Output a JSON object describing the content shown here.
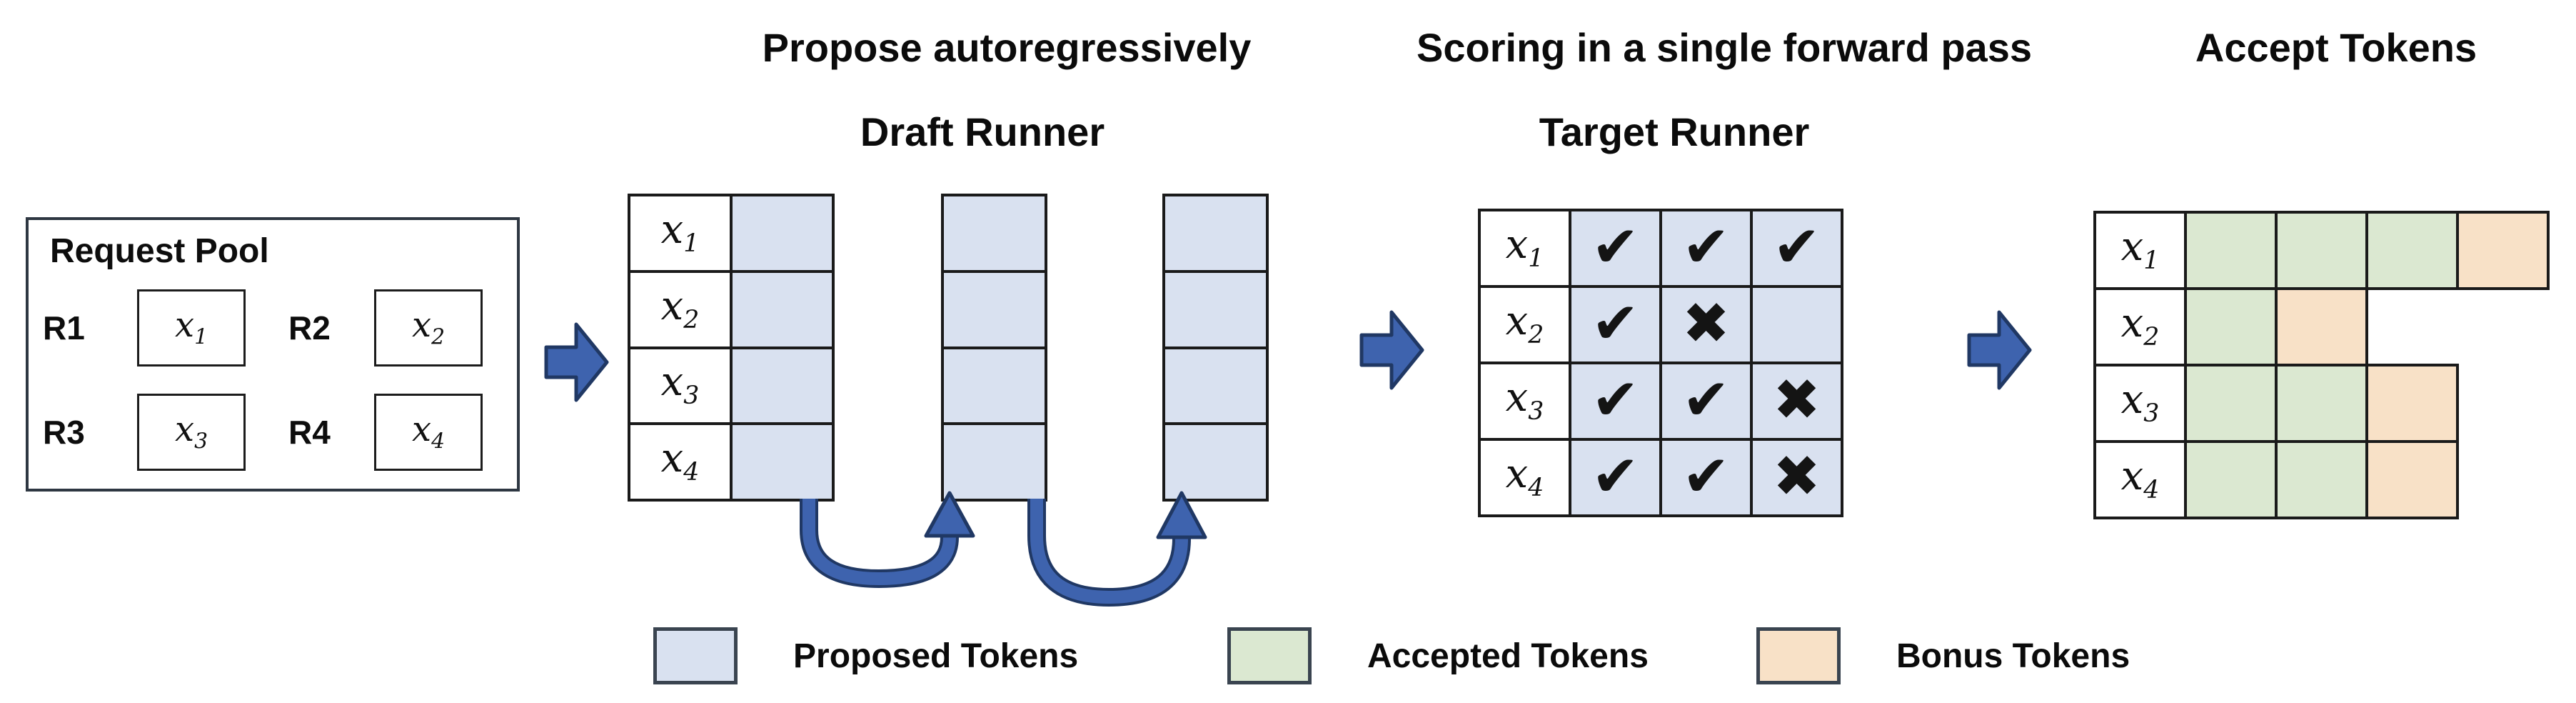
{
  "titles": {
    "propose": "Propose autoregressively",
    "draft_runner": "Draft Runner",
    "scoring": "Scoring in a single forward pass",
    "target_runner": "Target Runner",
    "accept": "Accept Tokens"
  },
  "request_pool": {
    "title": "Request Pool",
    "requests": [
      {
        "id": "R1",
        "token": {
          "base": "x",
          "sub": "1"
        }
      },
      {
        "id": "R2",
        "token": {
          "base": "x",
          "sub": "2"
        }
      },
      {
        "id": "R3",
        "token": {
          "base": "x",
          "sub": "3"
        }
      },
      {
        "id": "R4",
        "token": {
          "base": "x",
          "sub": "4"
        }
      }
    ]
  },
  "draft_runner": {
    "row_labels": [
      {
        "base": "x",
        "sub": "1"
      },
      {
        "base": "x",
        "sub": "2"
      },
      {
        "base": "x",
        "sub": "3"
      },
      {
        "base": "x",
        "sub": "4"
      }
    ],
    "rows": 4,
    "proposal_steps": 3
  },
  "target_runner": {
    "row_labels": [
      {
        "base": "x",
        "sub": "1"
      },
      {
        "base": "x",
        "sub": "2"
      },
      {
        "base": "x",
        "sub": "3"
      },
      {
        "base": "x",
        "sub": "4"
      }
    ],
    "marks": [
      [
        "check",
        "check",
        "check"
      ],
      [
        "check",
        "cross",
        "blank"
      ],
      [
        "check",
        "check",
        "cross"
      ],
      [
        "check",
        "check",
        "cross"
      ]
    ]
  },
  "accept_tokens": {
    "row_labels": [
      {
        "base": "x",
        "sub": "1"
      },
      {
        "base": "x",
        "sub": "2"
      },
      {
        "base": "x",
        "sub": "3"
      },
      {
        "base": "x",
        "sub": "4"
      }
    ],
    "cells": [
      [
        "accepted",
        "accepted",
        "accepted",
        "bonus"
      ],
      [
        "accepted",
        "bonus"
      ],
      [
        "accepted",
        "accepted",
        "bonus"
      ],
      [
        "accepted",
        "accepted",
        "bonus"
      ]
    ]
  },
  "legend": [
    {
      "swatch": "proposed",
      "label": "Proposed Tokens"
    },
    {
      "swatch": "accepted",
      "label": "Accepted Tokens"
    },
    {
      "swatch": "bonus",
      "label": "Bonus Tokens"
    }
  ],
  "mark_glyphs": {
    "check": "✔",
    "cross": "✖",
    "blank": ""
  },
  "colors": {
    "proposed": "#d9e1f0",
    "accepted": "#dbe8d1",
    "bonus": "#f8e1c7",
    "grid_line": "#1a1a1a",
    "mark": "#141414",
    "arrow_fill": "#3e63ae",
    "arrow_outline": "#203864",
    "swatch_border": "#3a4450"
  }
}
